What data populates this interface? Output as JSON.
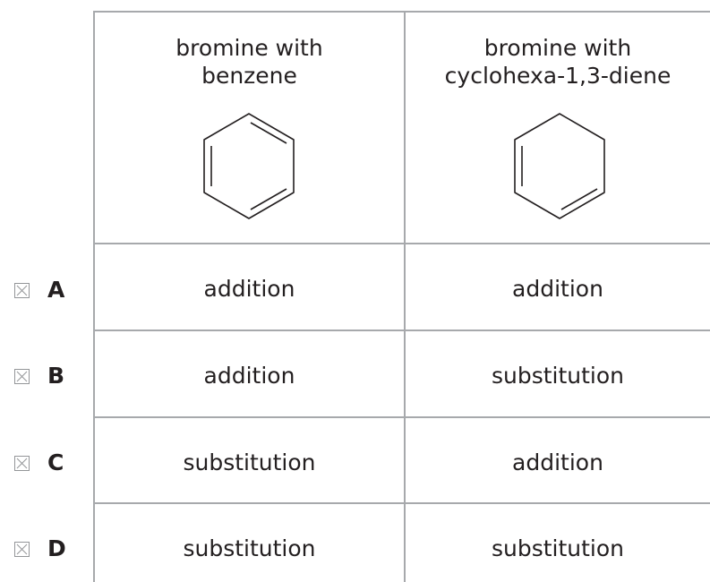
{
  "table": {
    "headers": [
      {
        "line1": "bromine with",
        "line2": "benzene",
        "structure": "benzene"
      },
      {
        "line1": "bromine with",
        "line2": "cyclohexa-1,3-diene",
        "structure": "cyclohexa-1,3-diene"
      }
    ],
    "rows": [
      {
        "letter": "A",
        "col1": "addition",
        "col2": "addition"
      },
      {
        "letter": "B",
        "col1": "addition",
        "col2": "substitution"
      },
      {
        "letter": "C",
        "col1": "substitution",
        "col2": "addition"
      },
      {
        "letter": "D",
        "col1": "substitution",
        "col2": "substitution"
      }
    ]
  },
  "colors": {
    "grid": "#a7a9ac",
    "text": "#231f20",
    "checkbox_border": "#939598"
  },
  "icons": {
    "checkbox": "crossed-box-icon",
    "structure_1": "benzene-ring-icon",
    "structure_2": "cyclohexadiene-ring-icon"
  }
}
